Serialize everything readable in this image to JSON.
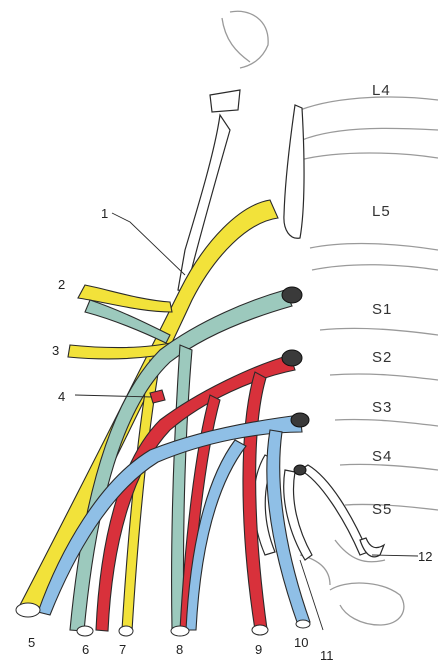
{
  "vertebral_labels": [
    "L4",
    "L5",
    "S1",
    "S2",
    "S3",
    "S4",
    "S5"
  ],
  "callouts": [
    "1",
    "2",
    "3",
    "4",
    "5",
    "6",
    "7",
    "8",
    "9",
    "10",
    "11",
    "12"
  ],
  "colors": {
    "yellow": "#f2e23a",
    "teal": "#9cc9bd",
    "red": "#d8313b",
    "blue": "#8fbfe6",
    "outline": "#2a2a2a",
    "bone": "#9a9a9a"
  }
}
